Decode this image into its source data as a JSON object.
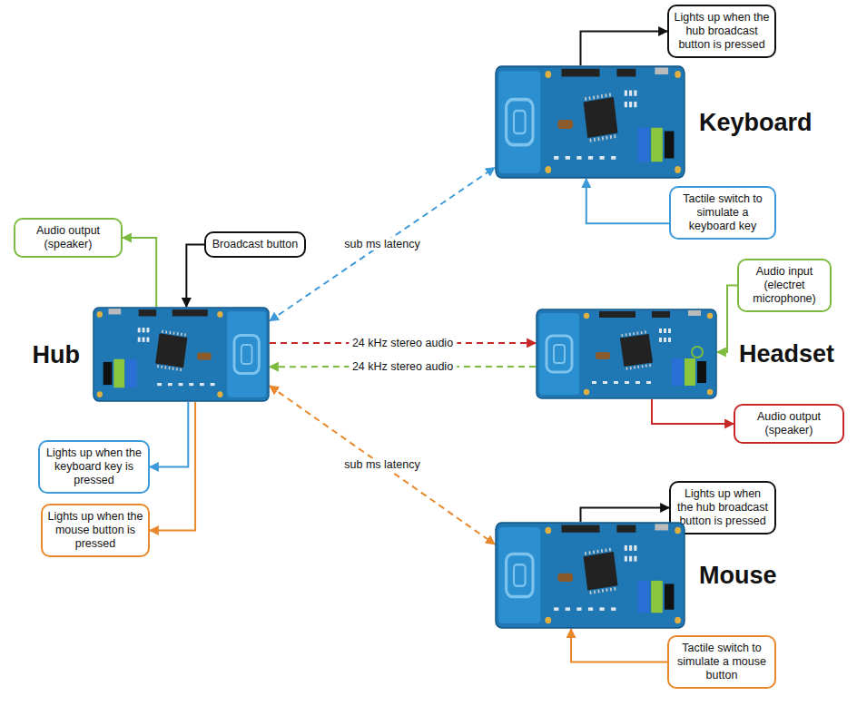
{
  "diagram": {
    "nodes": [
      {
        "text": [
          "Lights up when the hub broadcast button is pressed"
        ]
      },
      {
        "text": [
          "Keyboard"
        ]
      },
      {
        "text": [
          "Tactile switch to simulate a keyboard key"
        ]
      },
      {
        "text": [
          "Audio output (speaker)"
        ]
      },
      {
        "text": [
          "Broadcast button"
        ]
      },
      {
        "text": [
          "Hub"
        ]
      },
      {
        "text": [
          "Audio input (electret microphone)"
        ]
      },
      {
        "text": [
          "Headset"
        ]
      },
      {
        "text": [
          "Audio output (speaker)"
        ]
      },
      {
        "text": [
          "Lights up when the keyboard key is pressed"
        ]
      },
      {
        "text": [
          "Lights up when the mouse button is pressed"
        ]
      },
      {
        "text": [
          "Lights up when the hub broadcast button is pressed"
        ]
      },
      {
        "text": [
          "Mouse"
        ]
      },
      {
        "text": [
          "Tactile switch to simulate a mouse button"
        ]
      }
    ],
    "edges": [
      {
        "from": 5,
        "to": 1,
        "arrow": "both",
        "label": "sub ms latency"
      },
      {
        "from": 5,
        "to": 7,
        "arrow": "to",
        "label": "24 kHz stereo audio"
      },
      {
        "from": 7,
        "to": 5,
        "arrow": "to",
        "label": "24 kHz stereo audio"
      },
      {
        "from": 5,
        "to": 12,
        "arrow": "both",
        "label": "sub ms latency"
      },
      {
        "from": 1,
        "to": 0,
        "arrow": "to"
      },
      {
        "from": 2,
        "to": 1,
        "arrow": "to"
      },
      {
        "from": 5,
        "to": 3,
        "arrow": "to"
      },
      {
        "from": 4,
        "to": 5,
        "arrow": "to"
      },
      {
        "from": 6,
        "to": 7,
        "arrow": "to"
      },
      {
        "from": 7,
        "to": 8,
        "arrow": "to"
      },
      {
        "from": 5,
        "to": 9,
        "arrow": "to"
      },
      {
        "from": 5,
        "to": 10,
        "arrow": "to"
      },
      {
        "from": 12,
        "to": 11,
        "arrow": "to"
      },
      {
        "from": 13,
        "to": 12,
        "arrow": "to"
      }
    ]
  }
}
